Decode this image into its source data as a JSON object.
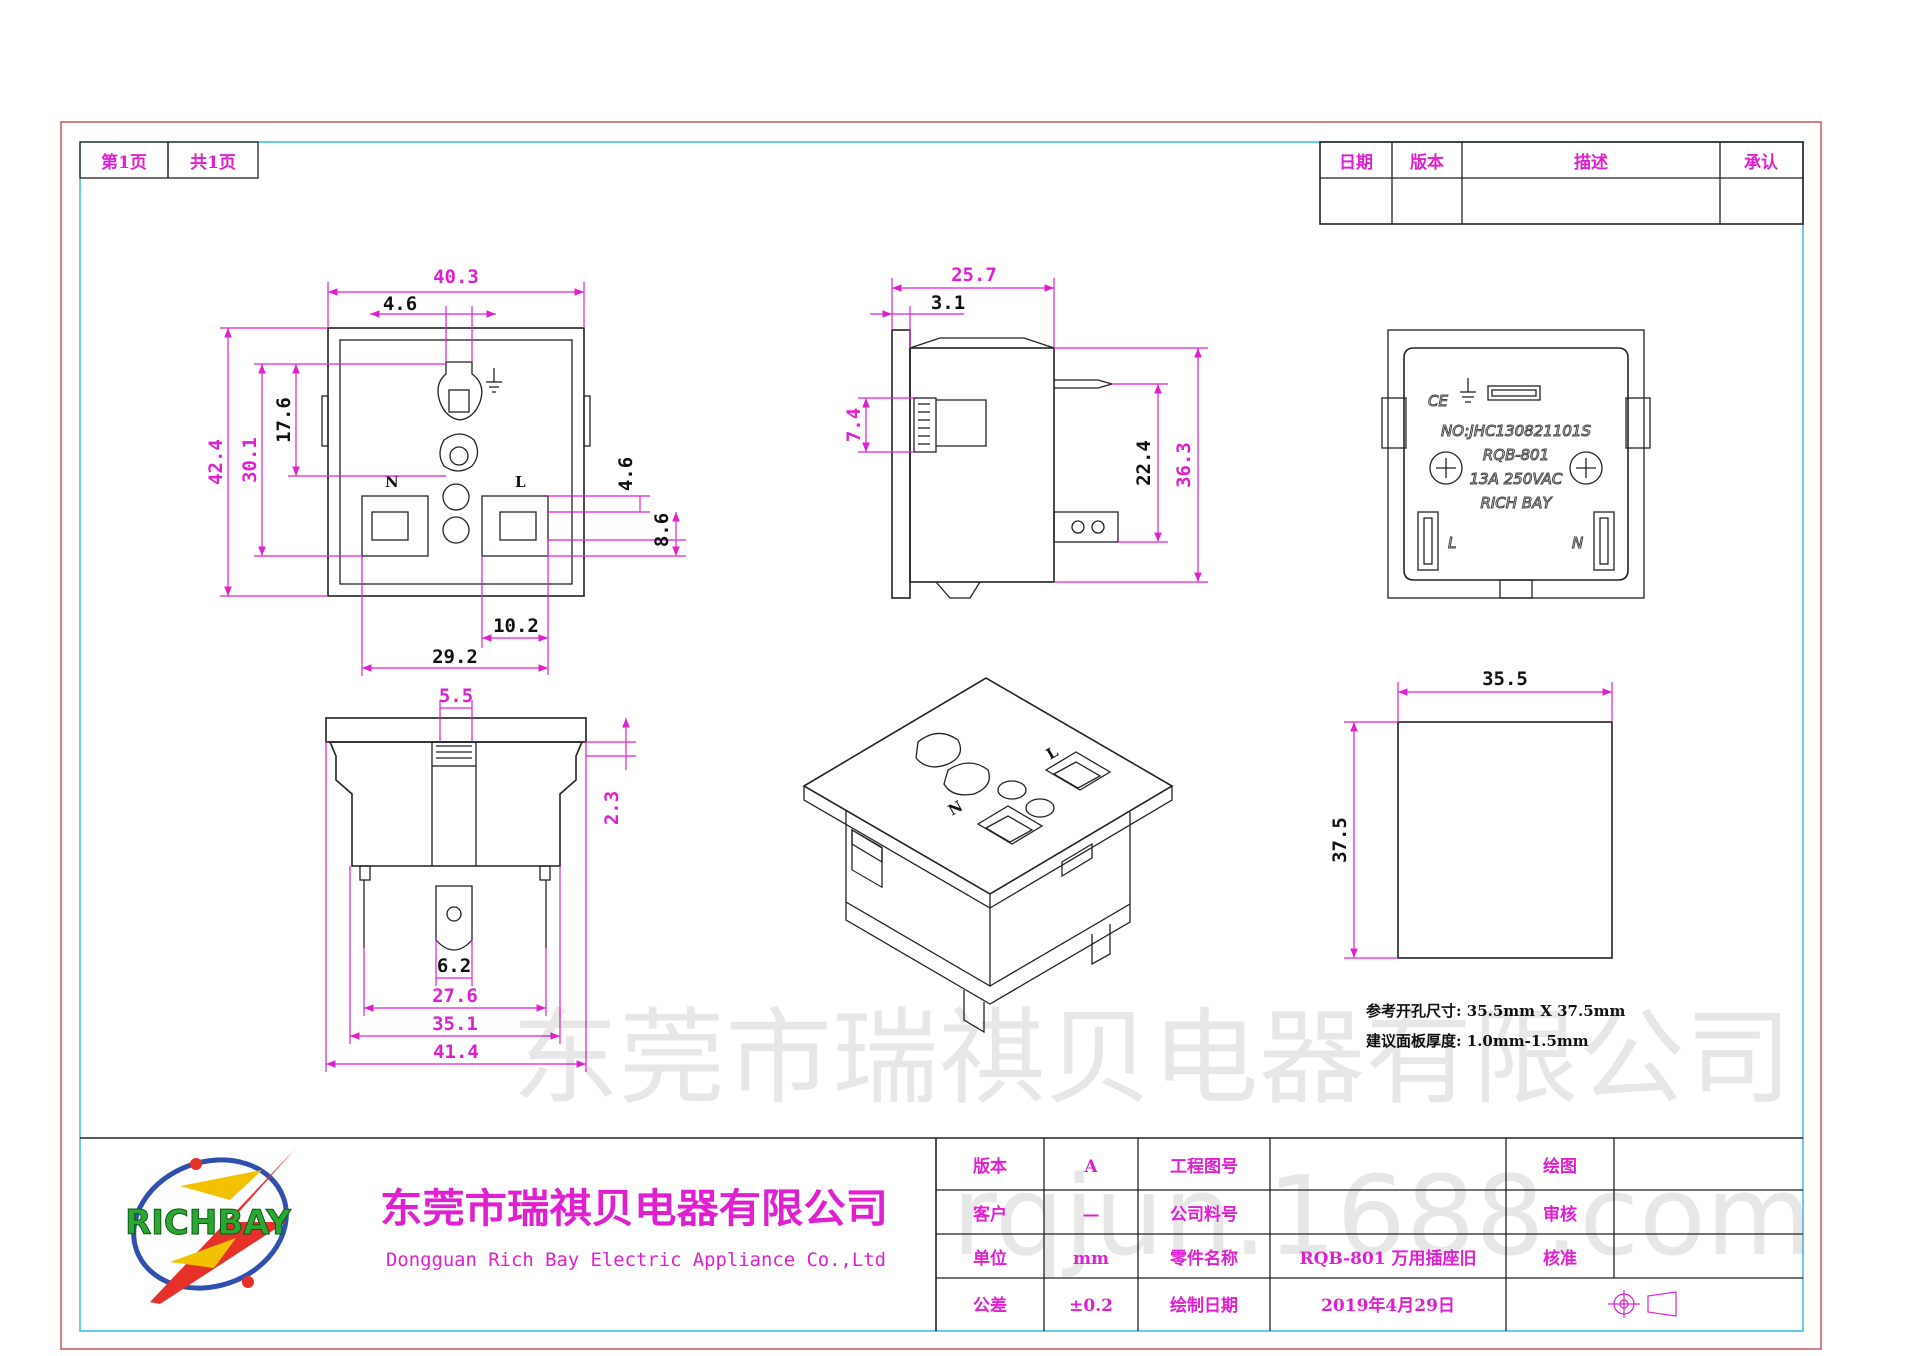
{
  "header": {
    "page": "第1页",
    "total": "共1页"
  },
  "revision_table": {
    "date": "日期",
    "version": "版本",
    "description": "描述",
    "approve": "承认"
  },
  "front_view": {
    "width": "40.3",
    "ground_offset": "4.6",
    "height_total": "42.4",
    "height_inner": "30.1",
    "ground_height": "17.6",
    "pin_gap": "4.6",
    "pin_height": "8.6",
    "pin_width": "10.2",
    "pin_span": "29.2",
    "label_n": "N",
    "label_l": "L"
  },
  "side_view": {
    "depth": "25.7",
    "flange": "3.1",
    "clip": "7.4",
    "pin_len": "22.4",
    "body_height": "36.3"
  },
  "back_view": {
    "ce": "CE",
    "no": "NO:JHC130821101S",
    "model": "RQB-801",
    "rating": "13A 250VAC",
    "brand": "RICH BAY",
    "label_l": "L",
    "label_n": "N"
  },
  "bottom_view": {
    "clip": "5.5",
    "flange_h": "2.3",
    "pin_w": "6.2",
    "pins": "27.6",
    "body": "35.1",
    "total": "41.4"
  },
  "iso_view": {
    "label_l": "L",
    "label_n": "N"
  },
  "panel_cutout": {
    "width": "35.5",
    "height": "37.5"
  },
  "notes": {
    "line1": "参考开孔尺寸: 35.5mm X 37.5mm",
    "line2": "建议面板厚度: 1.0mm-1.5mm"
  },
  "watermark": {
    "company": "东莞市瑞祺贝电器有限公司",
    "site": "rqjun.1688.com"
  },
  "title_block": {
    "logo_text": "RICHBAY",
    "company_cn": "东莞市瑞祺贝电器有限公司",
    "company_en": "Dongguan Rich Bay Electric Appliance Co.,Ltd",
    "version_label": "版本",
    "version_value": "A",
    "drawing_no_label": "工程图号",
    "drawing_no_value": "",
    "draw_label": "绘图",
    "draw_value": "",
    "customer_label": "客户",
    "customer_value": "—",
    "company_part_label": "公司料号",
    "company_part_value": "",
    "review_label": "审核",
    "review_value": "",
    "unit_label": "单位",
    "unit_value": "mm",
    "part_name_label": "零件名称",
    "part_name_value": "RQB-801 万用插座旧",
    "approve_label": "核准",
    "approve_value": "",
    "tolerance_label": "公差",
    "tolerance_value": "±0.2",
    "date_label": "绘制日期",
    "date_value": "2019年4月29日"
  },
  "colors": {
    "border_outer": "#c0504d",
    "border_inner": "#2ab7d6",
    "accent": "#e020d0"
  }
}
